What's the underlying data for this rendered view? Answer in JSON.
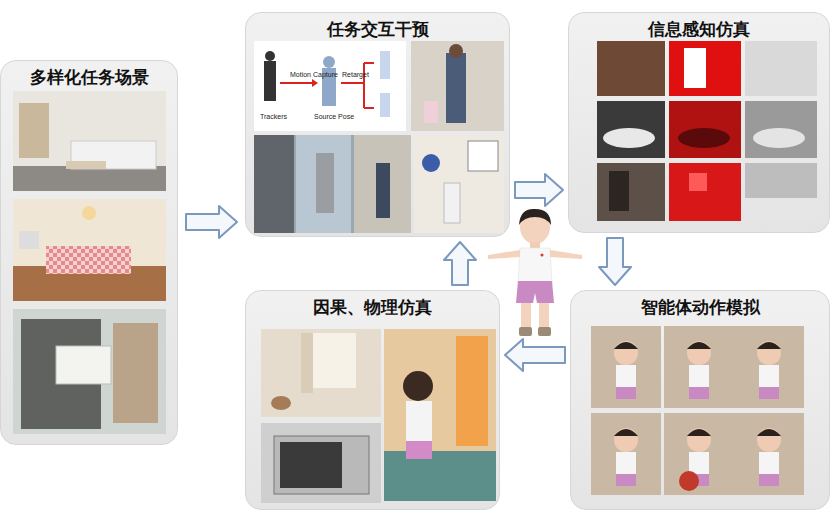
{
  "diagram": {
    "nodes": [
      {
        "text": [
          "多样化任务场景"
        ]
      },
      {
        "text": [
          "任务交互干预"
        ]
      },
      {
        "text": [
          "信息感知仿真"
        ]
      },
      {
        "text": [
          "智能体动作模拟"
        ]
      },
      {
        "text": [
          "因果、物理仿真"
        ]
      }
    ],
    "edges": [
      {
        "from": 0,
        "to": 1,
        "arrow": "to"
      },
      {
        "from": 1,
        "to": 2,
        "arrow": "to"
      },
      {
        "from": 2,
        "to": 3,
        "arrow": "to"
      },
      {
        "from": 3,
        "to": 4,
        "arrow": "to"
      },
      {
        "from": 4,
        "to": 1,
        "arrow": "to"
      }
    ],
    "labels": [
      "Trackers",
      "Motion Capture",
      "Source Pose",
      "Retarget"
    ]
  }
}
